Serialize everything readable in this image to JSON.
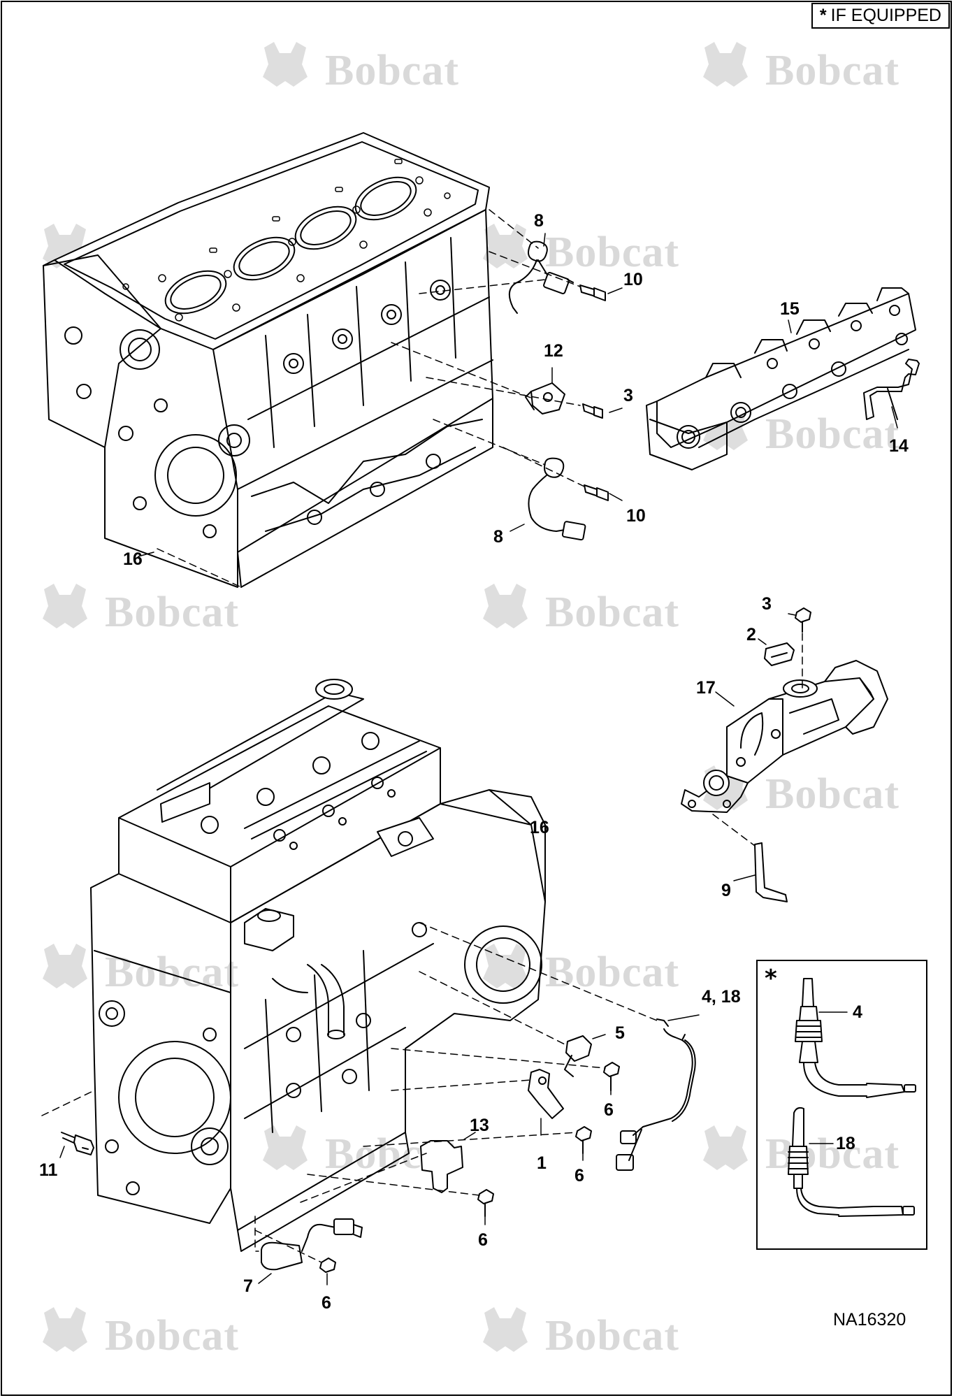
{
  "header": {
    "note_symbol": "*",
    "note_text": "IF EQUIPPED"
  },
  "watermark": {
    "brand": "Bobcat"
  },
  "drawing_number": "NA16320",
  "inset": {
    "marker": "*"
  },
  "callouts": [
    {
      "id": "c8a",
      "label": "8"
    },
    {
      "id": "c10a",
      "label": "10"
    },
    {
      "id": "c15",
      "label": "15"
    },
    {
      "id": "c12",
      "label": "12"
    },
    {
      "id": "c3a",
      "label": "3"
    },
    {
      "id": "c14",
      "label": "14"
    },
    {
      "id": "c10b",
      "label": "10"
    },
    {
      "id": "c8b",
      "label": "8"
    },
    {
      "id": "c16a",
      "label": "16"
    },
    {
      "id": "c3b",
      "label": "3"
    },
    {
      "id": "c2",
      "label": "2"
    },
    {
      "id": "c17",
      "label": "17"
    },
    {
      "id": "c16b",
      "label": "16"
    },
    {
      "id": "c9",
      "label": "9"
    },
    {
      "id": "c4_18",
      "label": "4, 18"
    },
    {
      "id": "c4",
      "label": "4"
    },
    {
      "id": "c5",
      "label": "5"
    },
    {
      "id": "c6a",
      "label": "6"
    },
    {
      "id": "c18",
      "label": "18"
    },
    {
      "id": "c13",
      "label": "13"
    },
    {
      "id": "c11",
      "label": "11"
    },
    {
      "id": "c1",
      "label": "1"
    },
    {
      "id": "c6b",
      "label": "6"
    },
    {
      "id": "c6c",
      "label": "6"
    },
    {
      "id": "c7",
      "label": "7"
    },
    {
      "id": "c6d",
      "label": "6"
    }
  ]
}
